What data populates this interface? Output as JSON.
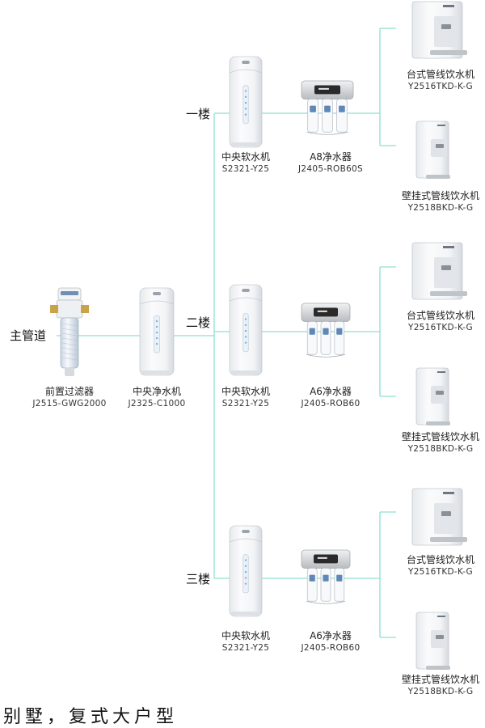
{
  "main_pipe_label": "主管道",
  "prefilter": {
    "name": "前置过滤器",
    "model": "J2515-GWG2000"
  },
  "central_purifier": {
    "name": "中央净水机",
    "model": "J2325-C1000"
  },
  "floors": [
    {
      "label": "一楼",
      "softener": {
        "name": "中央软水机",
        "model": "S2321-Y25"
      },
      "purifier": {
        "name": "A8净水器",
        "model": "J2405-ROB60S"
      },
      "dispensers": [
        {
          "name": "台式管线饮水机",
          "model": "Y2516TKD-K-G"
        },
        {
          "name": "壁挂式管线饮水机",
          "model": "Y2518BKD-K-G"
        }
      ]
    },
    {
      "label": "二楼",
      "softener": {
        "name": "中央软水机",
        "model": "S2321-Y25"
      },
      "purifier": {
        "name": "A6净水器",
        "model": "J2405-ROB60"
      },
      "dispensers": [
        {
          "name": "台式管线饮水机",
          "model": "Y2516TKD-K-G"
        },
        {
          "name": "壁挂式管线饮水机",
          "model": "Y2518BKD-K-G"
        }
      ]
    },
    {
      "label": "三楼",
      "softener": {
        "name": "中央软水机",
        "model": "S2321-Y25"
      },
      "purifier": {
        "name": "A6净水器",
        "model": "J2405-ROB60"
      },
      "dispensers": [
        {
          "name": "台式管线饮水机",
          "model": "Y2516TKD-K-G"
        },
        {
          "name": "壁挂式管线饮水机",
          "model": "Y2518BKD-K-G"
        }
      ]
    }
  ],
  "footer": "别墅，复式大户型",
  "colors": {
    "pipe": "#8fe0cf",
    "device_body": "#f3f4f6",
    "device_shade": "#d9dde2",
    "device_blue": "#7fb0de",
    "panel_dark": "#2a2a2a",
    "brass": "#c9a24a"
  }
}
